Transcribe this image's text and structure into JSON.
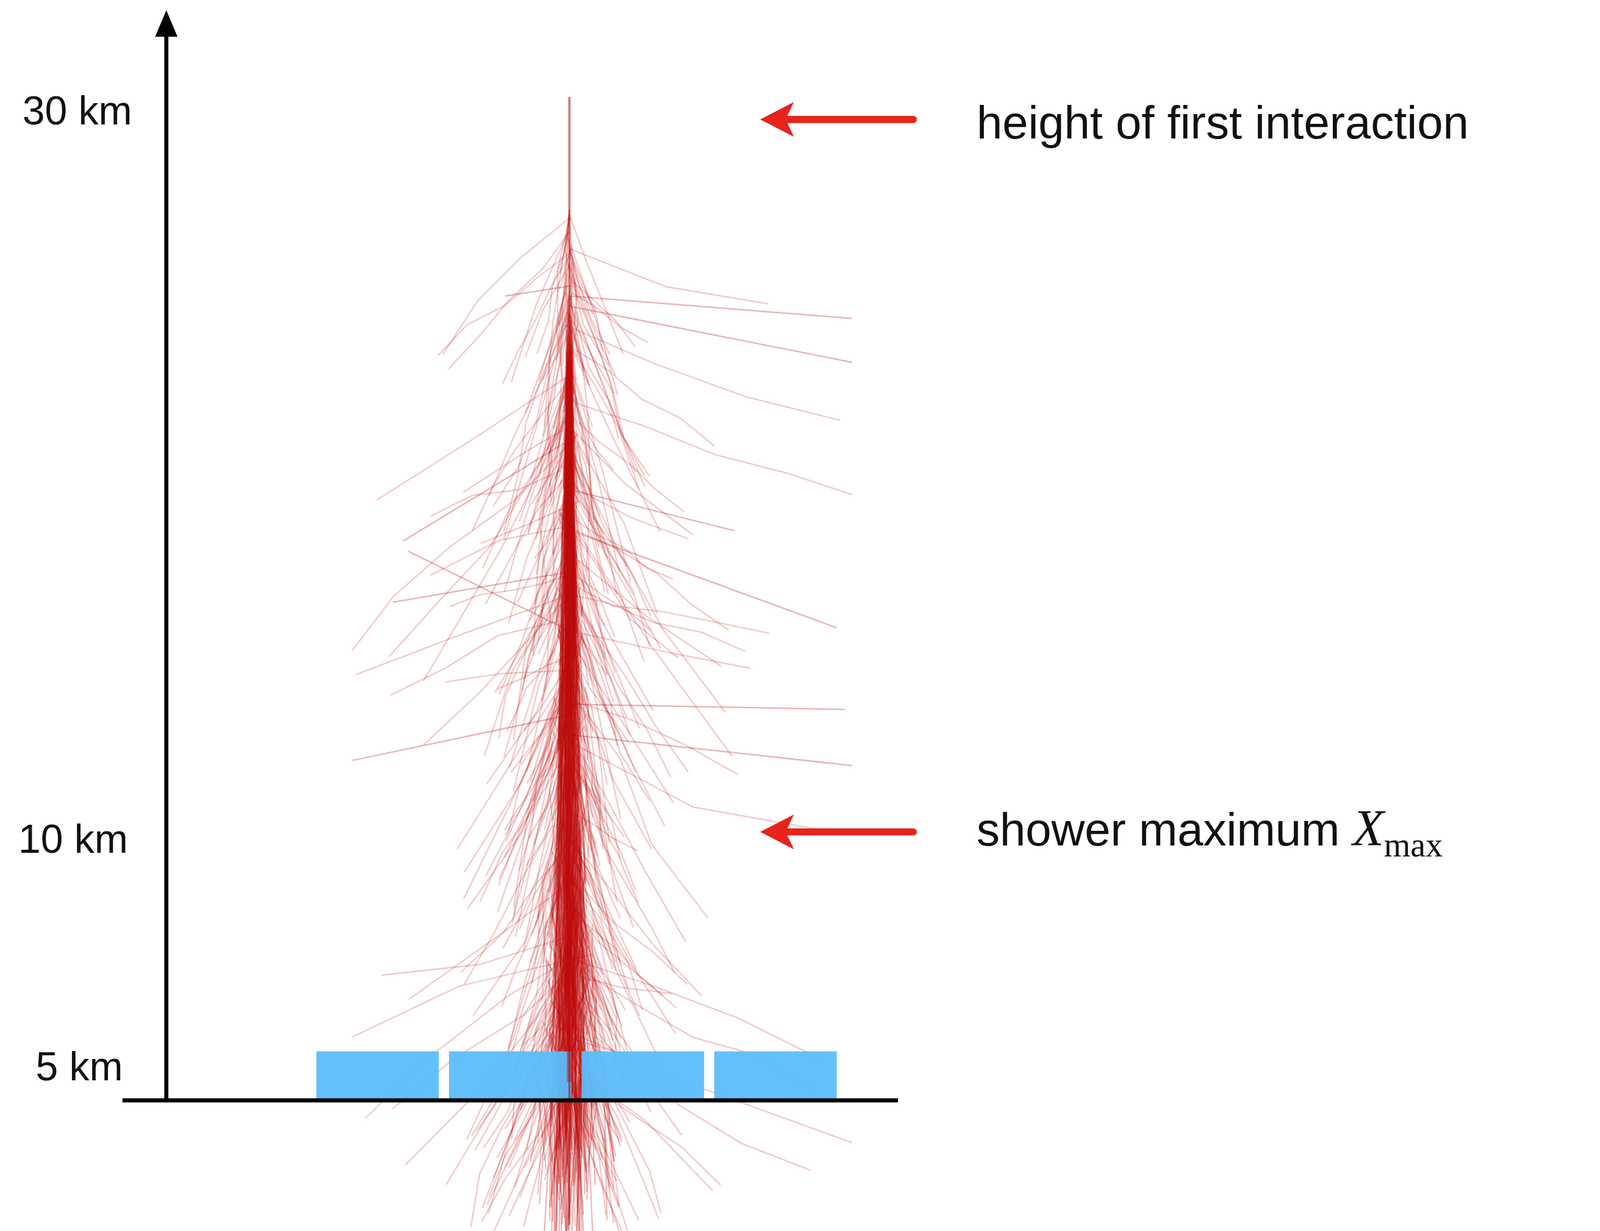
{
  "diagram": {
    "labels": [
      "30 km",
      "10 km",
      "5 km",
      "height of first interaction",
      "shower maximum",
      "X",
      "max"
    ]
  }
}
